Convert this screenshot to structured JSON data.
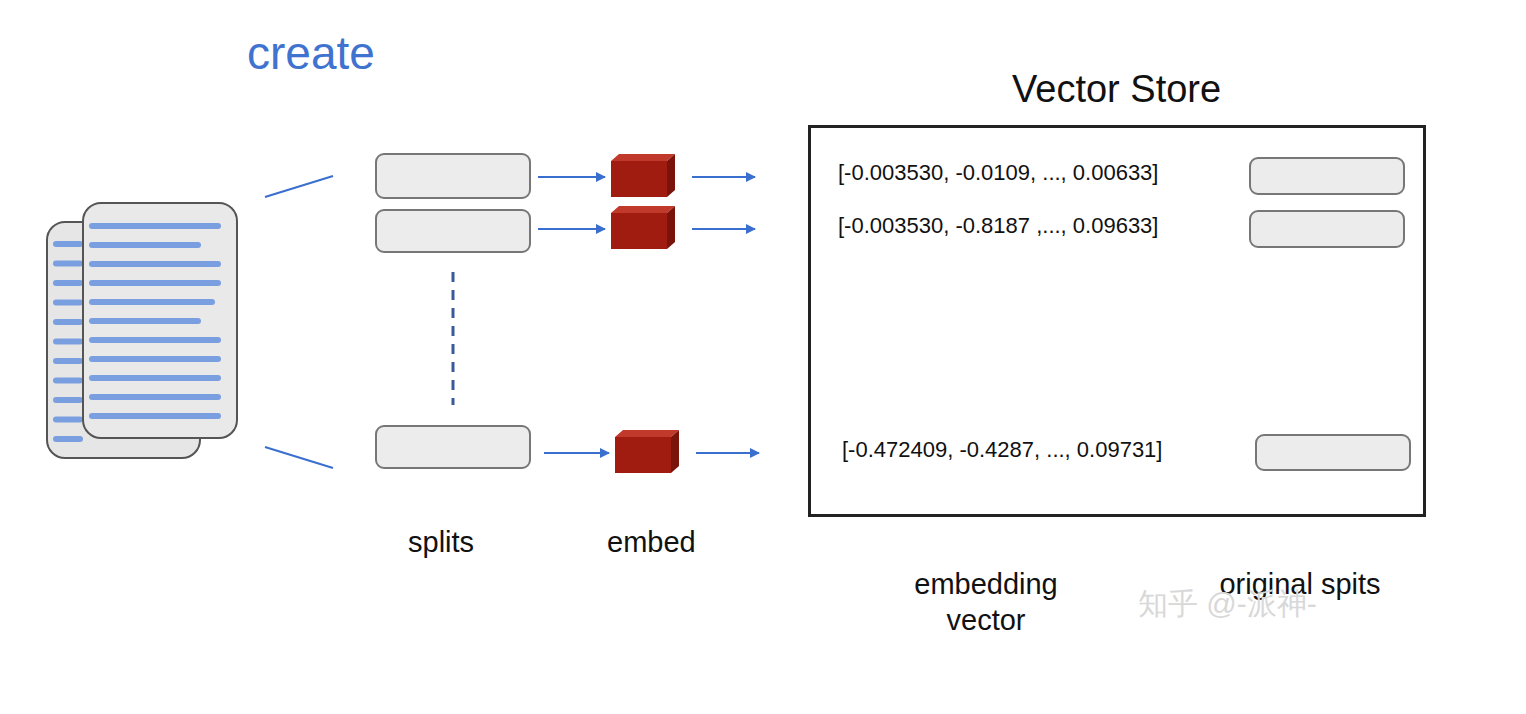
{
  "diagram": {
    "title": "create",
    "nodes": [
      {
        "text": [
          "Vector Store"
        ]
      }
    ],
    "labels": [
      "[-0.003530, -0.0109, ..., 0.00633]",
      "[-0.003530, -0.8187 ,..., 0.09633]",
      "[-0.472409, -0.4287, ..., 0.09731]",
      "splits",
      "embed",
      "embedding vector",
      "original spits",
      "知乎 @-派神-"
    ]
  }
}
